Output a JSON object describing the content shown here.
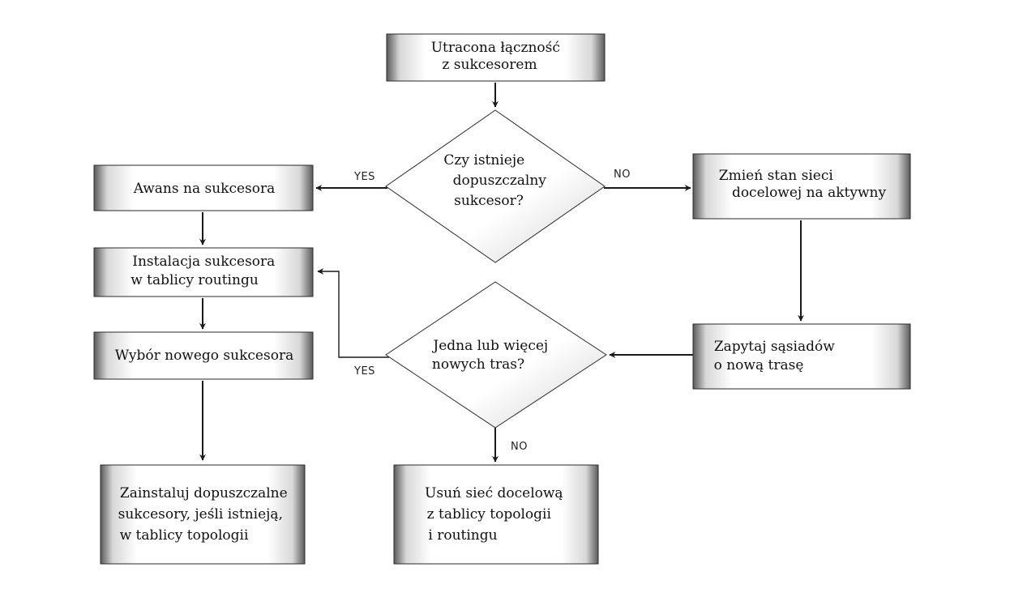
{
  "nodes": {
    "lost": {
      "lines": [
        "Utracona łączność",
        "z sukcesorem"
      ]
    },
    "feasible": {
      "lines": [
        "Czy istnieje",
        "dopuszczalny",
        "sukcesor?"
      ]
    },
    "promote": {
      "lines": [
        "Awans na sukcesora"
      ]
    },
    "active": {
      "lines": [
        "Zmień stan sieci",
        "docelowej na aktywny"
      ]
    },
    "install": {
      "lines": [
        "Instalacja sukcesora",
        "w tablicy routingu"
      ]
    },
    "select": {
      "lines": [
        "Wybór nowego sukcesora"
      ]
    },
    "query": {
      "lines": [
        "Zapytaj sąsiadów",
        "o nową trasę"
      ]
    },
    "routes": {
      "lines": [
        "Jedna lub więcej",
        "nowych tras?"
      ]
    },
    "feasible_topo": {
      "lines": [
        "Zainstaluj dopuszczalne",
        "sukcesory, jeśli istnieją,",
        "w tablicy topologii"
      ]
    },
    "remove": {
      "lines": [
        "Usuń sieć docelową",
        "z tablicy topologii",
        "i routingu"
      ]
    }
  },
  "edge_labels": {
    "feasible_yes": "YES",
    "feasible_no": "NO",
    "routes_yes": "YES",
    "routes_no": "NO"
  }
}
